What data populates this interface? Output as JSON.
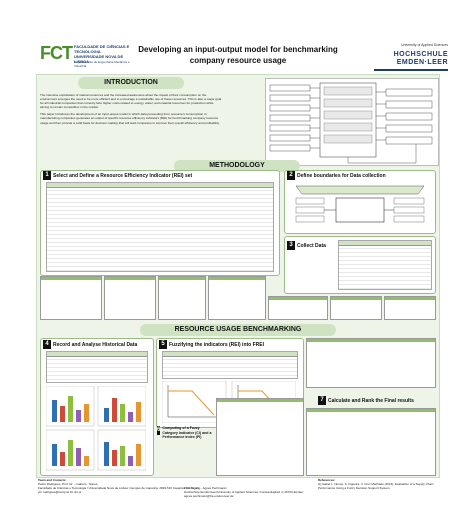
{
  "header": {
    "logo_left": "FCT",
    "logo_left_sub": "FACULDADE DE CIÊNCIAS E TECNOLOGIA UNIVERSIDADE NOVA DE LISBOA",
    "logo_left_dept": "Departamento de Engenharia Mecânica e Industrial",
    "title_line1": "Developing an input-output model for benchmarking",
    "title_line2": "company resource usage",
    "logo_right_small": "University of Applied Sciences",
    "logo_right_line1": "HOCHSCHULE",
    "logo_right_line2": "EMDEN·LEER"
  },
  "introduction": {
    "heading": "INTRODUCTION",
    "para1": "The intensive exploitation of natural resources and the increased awareness about the impact of their consumption on the environment emerges the need to be more efficient and to encourage a sustainable use of these resources. This is also a major goal for all industrial companies that currently face higher costs related to energy, water, and material resources for production while aiming to remain competitive in the market.",
    "para2": "This paper introduces the development of an input-output model in which data proceeding from resource's consumption in manufacturing companies generates an output of specific resource efficiency indicators (REI) for benchmarking company resource usage and then provide a solid basis for decision-making that will lead companies to improve their overall efficiency and profitability."
  },
  "methodology": {
    "heading": "METHODOLOGY",
    "step1_num": "1",
    "step1": "Select and Define a Resource Efficiency Indicator (REI) set",
    "step2_num": "2",
    "step2": "Define boundaries for Data collection",
    "step3_num": "3",
    "step3": "Collect Data"
  },
  "benchmarking": {
    "heading": "RESOURCE USAGE BENCHMARKING",
    "step4_num": "4",
    "step4": "Record and Analyse Historical Data",
    "step5_num": "5",
    "step5": "Fuzzifying the indicators (REI) into FREI",
    "step6_num": "6",
    "step6_line1": "Computing of a Fuzzy Category Indicator (CI) and a Performance Index (PI)",
    "step7_num": "7",
    "step7": "Calculate and Rank the Final results"
  },
  "footer": {
    "contacts_heading": "Team and Contacts:",
    "contacts_line1": "Pedro Rodrigues, Prof. Dr. – Isabel L. Nunes,",
    "contacts_line2": "Faculdade de Ciências e Tecnologia / Universidade Nova de Lisboa; Campus de Caparica, 2829-516 Caparica, Portugal; pm.rodrigues@campus.fct.unl.pt",
    "contacts_line3": "Prof. Dr.-Ing.- Agnes Pechmann;",
    "contacts_line4": "Hochschule Emden/Leer/University of Applied Sciences; Constantiaplatz 4; 26723 Emden; agnes.pechmann@hs-emden-leer.de",
    "references_heading": "References:",
    "references_text": "[1] Isabel L. Nunes, S. Figueira, V. Cruz Machado (2015): Evaluation of a Supply Chain Performance Using a Fuzzy Decision Support System."
  }
}
